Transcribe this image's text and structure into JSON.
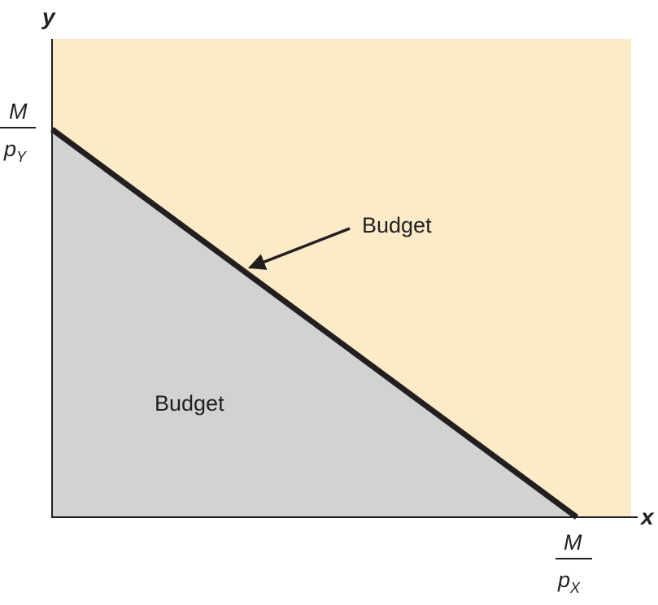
{
  "chart_data": {
    "type": "area",
    "xlabel": "x",
    "ylabel": "y",
    "x_intercept": {
      "numerator": "M",
      "denominator_var": "p",
      "denominator_sub": "X"
    },
    "y_intercept": {
      "numerator": "M",
      "denominator_var": "p",
      "denominator_sub": "Y"
    },
    "region_label": "Budget",
    "line_label": "Budget",
    "colors": {
      "feasible_region": "#d1d2d4",
      "infeasible_region": "#fdebc8",
      "budget_line": "#231f20",
      "axes": "#231f20"
    }
  }
}
